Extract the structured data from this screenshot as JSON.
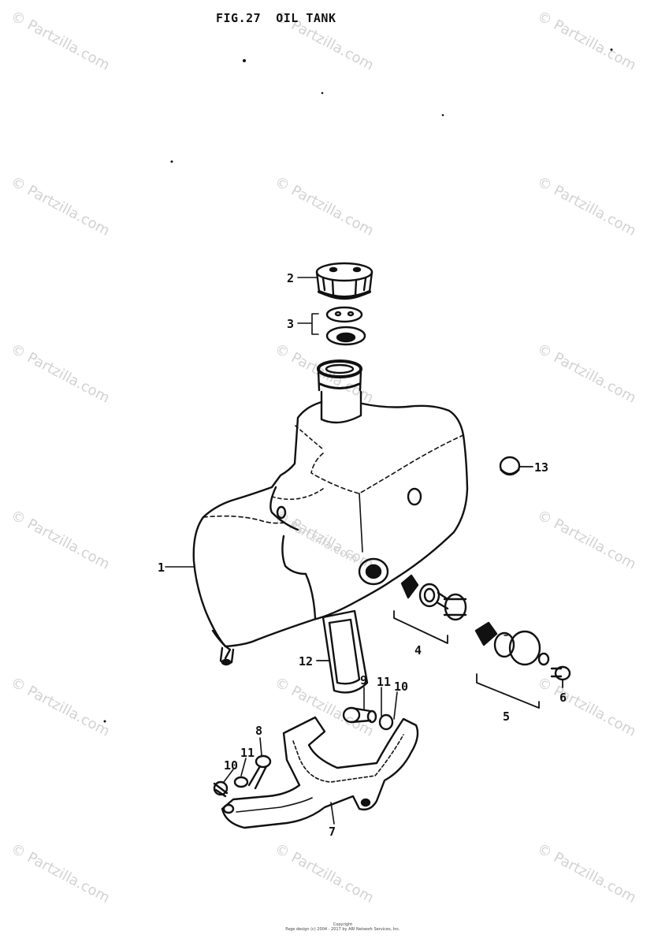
{
  "header": {
    "title": "FIG.27  OIL TANK"
  },
  "watermark": {
    "text": "© Partzilla.com"
  },
  "callouts": [
    "1",
    "2",
    "3",
    "4",
    "5",
    "6",
    "7",
    "8",
    "9",
    "10",
    "11",
    "12",
    "13"
  ],
  "footer": {
    "line1": "Copyright",
    "line2": "Page design (c) 2004 - 2017 by ARI Network Services, Inc."
  },
  "colors": {
    "ink": "#111111",
    "watermark": "#d2d2d2",
    "background": "#ffffff"
  }
}
